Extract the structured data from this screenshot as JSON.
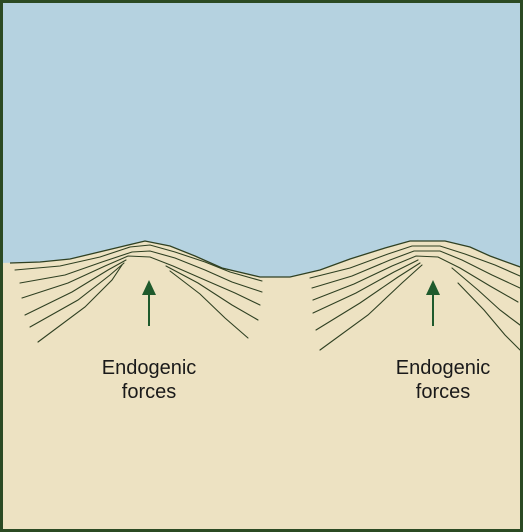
{
  "colors": {
    "sky": "#b5d2e0",
    "ground": "#ede2c2",
    "border": "#2b4a23",
    "strata": "#2f4022",
    "arrow": "#1f5a2c"
  },
  "labels": {
    "left": {
      "line1": "Endogenic",
      "line2": "forces"
    },
    "right": {
      "line1": "Endogenic",
      "line2": "forces"
    }
  }
}
